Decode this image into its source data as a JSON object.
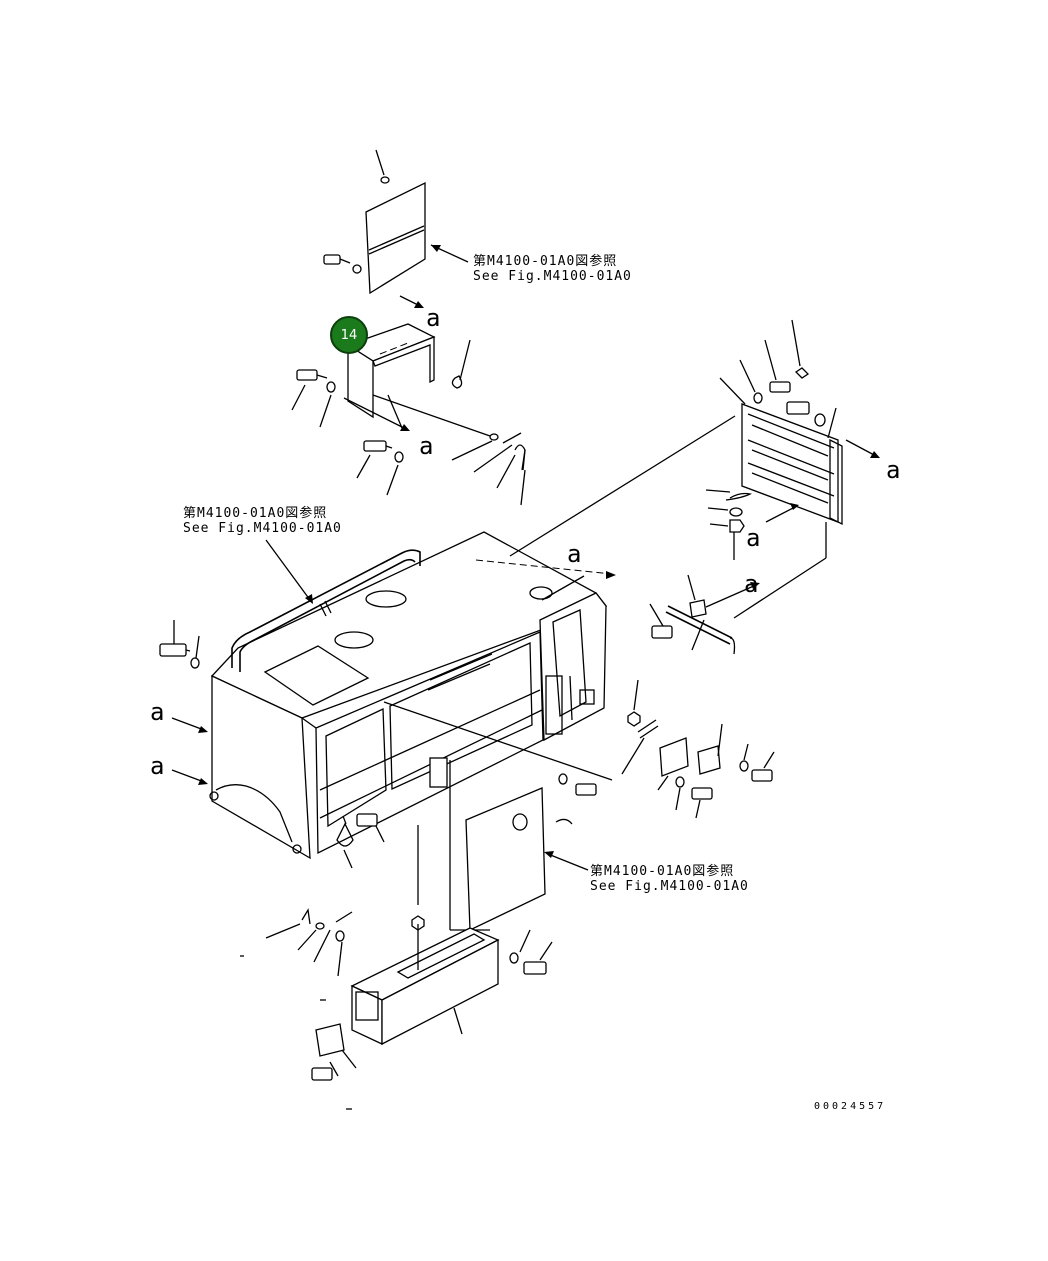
{
  "refs": [
    {
      "jp": "第M4100-01A0図参照",
      "en": "See Fig.M4100-01A0"
    },
    {
      "jp": "第M4100-01A0図参照",
      "en": "See Fig.M4100-01A0"
    },
    {
      "jp": "第M4100-01A0図参照",
      "en": "See Fig.M4100-01A0"
    }
  ],
  "callout": {
    "number": "14",
    "color": "#1b7a1b"
  },
  "letters": [
    "a",
    "a",
    "a",
    "a",
    "a",
    "a",
    "a",
    "a"
  ],
  "document_number": "00024557"
}
